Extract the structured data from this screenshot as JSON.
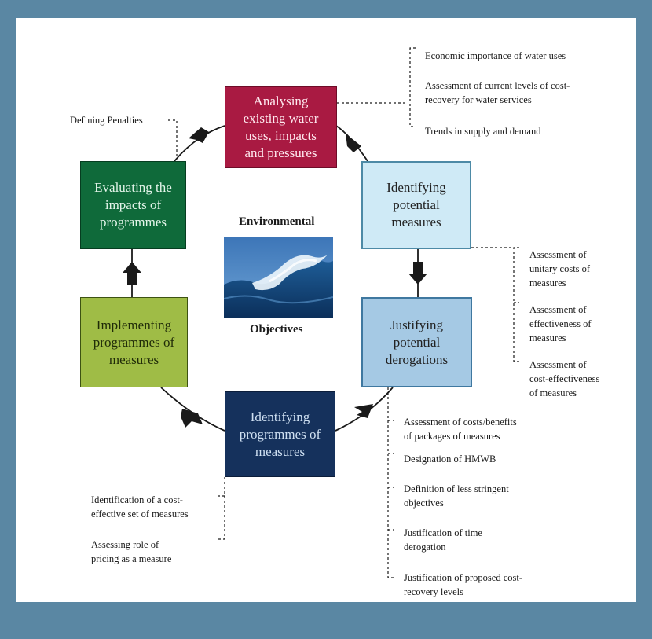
{
  "colors": {
    "frame": "#5a87a3",
    "analysing": "#a91a42",
    "identifying_measures": "#cfeaf6",
    "justifying": "#a5c9e4",
    "programmes": "#15315c",
    "implementing": "#9fbc46",
    "evaluating": "#0f6a3a"
  },
  "cycle": {
    "analysing": "Analysing\nexisting water\nuses, impacts\nand pressures",
    "identifying_measures": "Identifying\npotential\nmeasures",
    "justifying": "Justifying\npotential\nderogations",
    "programmes": "Identifying\nprogrammes of\nmeasures",
    "implementing": "Implementing\nprogrammes of\nmeasures",
    "evaluating": "Evaluating the\nimpacts of\nprogrammes"
  },
  "center": {
    "top_label": "Environmental",
    "bottom_label": "Objectives",
    "image_icon": "ocean-wave-image"
  },
  "notes": {
    "defining_penalties": "Defining Penalties",
    "analysis": [
      "Economic importance of water uses",
      "Assessment of current levels of cost-\nrecovery for water services",
      "Trends in supply and demand"
    ],
    "measures": [
      "Assessment of\nunitary costs of\nmeasures",
      "Assessment of\neffectiveness of\nmeasures",
      "Assessment of\ncost-effectiveness\nof measures"
    ],
    "derogations": [
      "Assessment of costs/benefits\nof packages of measures",
      "Designation of HMWB",
      "Definition of less stringent\nobjectives",
      "Justification of time\nderogation",
      "Justification of proposed cost-\nrecovery levels"
    ],
    "programmes": [
      "Identification of a cost-\neffective set of measures",
      "Assessing role of\npricing as a measure"
    ]
  }
}
